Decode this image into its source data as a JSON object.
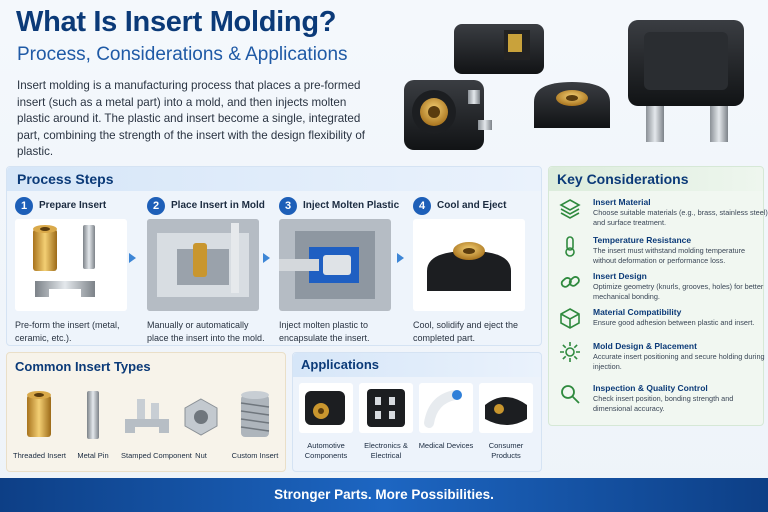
{
  "header": {
    "title": "What Is Insert Molding?",
    "subtitle": "Process, Considerations & Applications",
    "intro": "Insert molding is a manufacturing process that places a pre-formed insert (such as a metal part) into a mold, and then injects molten plastic around it. The plastic and insert become a single, integrated part, combining the strength of the insert with the design flexibility of plastic."
  },
  "process": {
    "heading": "Process Steps",
    "steps": [
      {
        "num": "1",
        "title": "Prepare Insert",
        "desc": "Pre-form the insert (metal, ceramic, etc.)."
      },
      {
        "num": "2",
        "title": "Place Insert in Mold",
        "desc": "Manually or automatically place the insert into the mold."
      },
      {
        "num": "3",
        "title": "Inject Molten Plastic",
        "desc": "Inject molten plastic to encapsulate the insert."
      },
      {
        "num": "4",
        "title": "Cool and Eject",
        "desc": "Cool, solidify and eject the completed part."
      }
    ]
  },
  "insert_types": {
    "heading": "Common Insert Types",
    "items": [
      "Threaded Insert",
      "Metal Pin",
      "Stamped Component",
      "Nut",
      "Custom Insert"
    ]
  },
  "applications": {
    "heading": "Applications",
    "items": [
      {
        "label": "Automotive Components"
      },
      {
        "label": "Electronics & Electrical"
      },
      {
        "label": "Medical Devices"
      },
      {
        "label": "Consumer Products"
      }
    ]
  },
  "considerations": {
    "heading": "Key Considerations",
    "items": [
      {
        "icon": "layers-icon",
        "title": "Insert Material",
        "desc": "Choose suitable materials (e.g., brass, stainless steel) and surface treatment."
      },
      {
        "icon": "thermometer-icon",
        "title": "Temperature Resistance",
        "desc": "The insert must withstand molding temperature without deformation or performance loss."
      },
      {
        "icon": "link-icon",
        "title": "Insert Design",
        "desc": "Optimize geometry (knurls, grooves, holes) for better mechanical bonding."
      },
      {
        "icon": "cube-icon",
        "title": "Material Compatibility",
        "desc": "Ensure good adhesion between plastic and insert."
      },
      {
        "icon": "gear-icon",
        "title": "Mold Design & Placement",
        "desc": "Accurate insert positioning and secure holding during injection."
      },
      {
        "icon": "magnifier-icon",
        "title": "Inspection & Quality Control",
        "desc": "Check insert position, bonding strength and dimensional accuracy."
      }
    ]
  },
  "footer": {
    "tagline": "Stronger Parts. More Possibilities."
  },
  "colors": {
    "primary": "#0b3a78",
    "accent": "#1d5fb8",
    "brass": "#c9962e",
    "green": "#2f8a3e"
  }
}
